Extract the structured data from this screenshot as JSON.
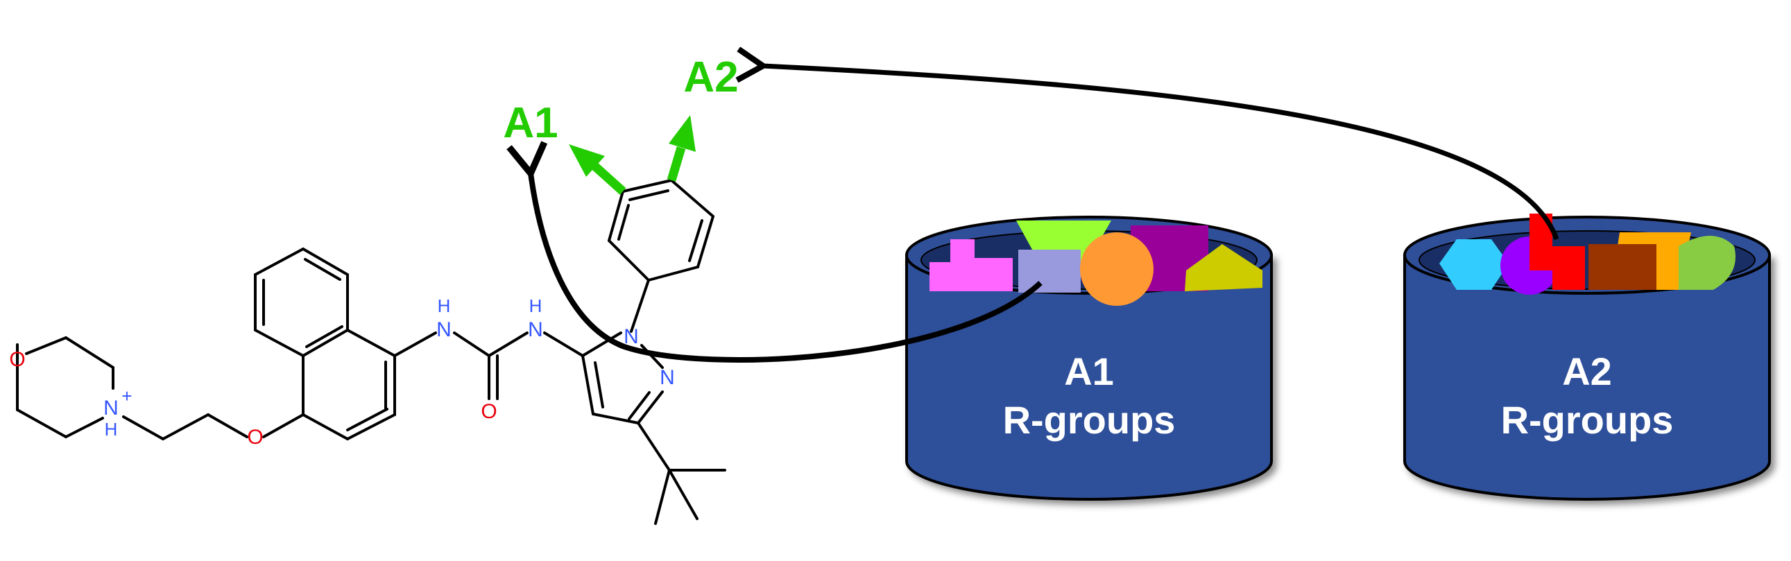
{
  "colors": {
    "bond": "#000000",
    "nitrogen": "#3355ff",
    "oxygen": "#e8000b",
    "attachment": "#22cc00",
    "db_fill": "#2f4f99",
    "db_stroke": "#000000",
    "db_label": "#ffffff"
  },
  "molecule": {
    "atoms": {
      "o_morpholine": "O",
      "n_morpholine": "N",
      "h_morpholine": "H",
      "charge_morpholine": "+",
      "o_ether": "O",
      "h_urea_1": "H",
      "n_urea_1": "N",
      "o_urea": "O",
      "h_urea_2": "H",
      "n_urea_2": "N",
      "n_pyrazole_1": "N",
      "n_pyrazole_2": "N"
    }
  },
  "attachment_points": {
    "a1": "A1",
    "a2": "A2"
  },
  "databases": [
    {
      "id": "a1",
      "line1": "A1",
      "line2": "R-groups"
    },
    {
      "id": "a2",
      "line1": "A2",
      "line2": "R-groups"
    }
  ],
  "shapes": {
    "a1": [
      "magenta-block",
      "lime-trapezoid",
      "lavender-square",
      "orange-circle",
      "purple-square",
      "olive-parallelogram"
    ],
    "a2": [
      "cyan-hexagon",
      "violet-circle",
      "red-block",
      "brown-square",
      "gold-parallelogram",
      "green-oval"
    ]
  }
}
